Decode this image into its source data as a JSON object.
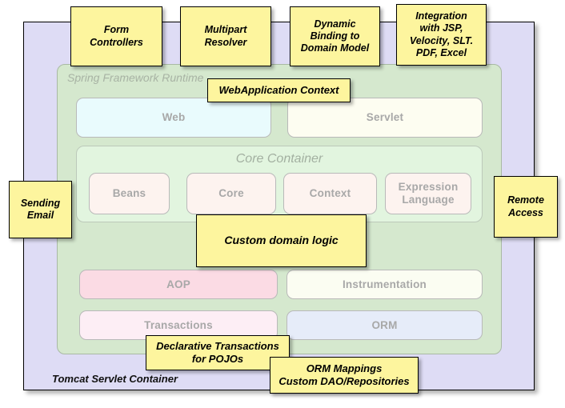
{
  "diagram": {
    "title": "Spring Framework Runtime architecture with Tomcat Servlet Container",
    "colors": {
      "outer_container_fill": "#dedcf5",
      "runtime_fill": "#d5e8ce",
      "core_container_fill": "#e2f5df",
      "note_fill": "#fdf59e",
      "note_border": "#000000",
      "module_label": "#a8a8a8"
    }
  },
  "outer": {
    "label": "Tomcat Servlet Container"
  },
  "runtime": {
    "label": "Spring Framework Runtime"
  },
  "core_container": {
    "title": "Core Container",
    "modules": [
      {
        "label": "Beans"
      },
      {
        "label": "Core"
      },
      {
        "label": "Context"
      },
      {
        "label": "Expression Language"
      }
    ]
  },
  "web_row": {
    "modules": [
      {
        "label": "Web"
      },
      {
        "label": "Servlet"
      }
    ]
  },
  "aop_row": {
    "modules": [
      {
        "label": "AOP"
      },
      {
        "label": "Instrumentation"
      }
    ]
  },
  "data_row": {
    "modules": [
      {
        "label": "Transactions"
      },
      {
        "label": "ORM"
      }
    ]
  },
  "notes": [
    {
      "id": "form-controllers",
      "lines": [
        "Form",
        "Controllers"
      ]
    },
    {
      "id": "multipart-resolver",
      "lines": [
        "Multipart",
        "Resolver"
      ]
    },
    {
      "id": "dynamic-binding",
      "lines": [
        "Dynamic",
        "Binding to",
        "Domain Model"
      ]
    },
    {
      "id": "integration-view",
      "lines": [
        "Integration",
        "with JSP,",
        "Velocity, SLT.",
        "PDF, Excel"
      ]
    },
    {
      "id": "webapplication-context",
      "lines": [
        "WebApplication Context"
      ]
    },
    {
      "id": "sending-email",
      "lines": [
        "Sending",
        "Email"
      ]
    },
    {
      "id": "remote-access",
      "lines": [
        "Remote",
        "Access"
      ]
    },
    {
      "id": "custom-domain-logic",
      "lines": [
        "Custom domain logic"
      ]
    },
    {
      "id": "declarative-transactions",
      "lines": [
        "Declarative Transactions",
        "for POJOs"
      ]
    },
    {
      "id": "orm-mappings",
      "lines": [
        "ORM Mappings",
        "Custom DAO/Repositories"
      ]
    }
  ]
}
